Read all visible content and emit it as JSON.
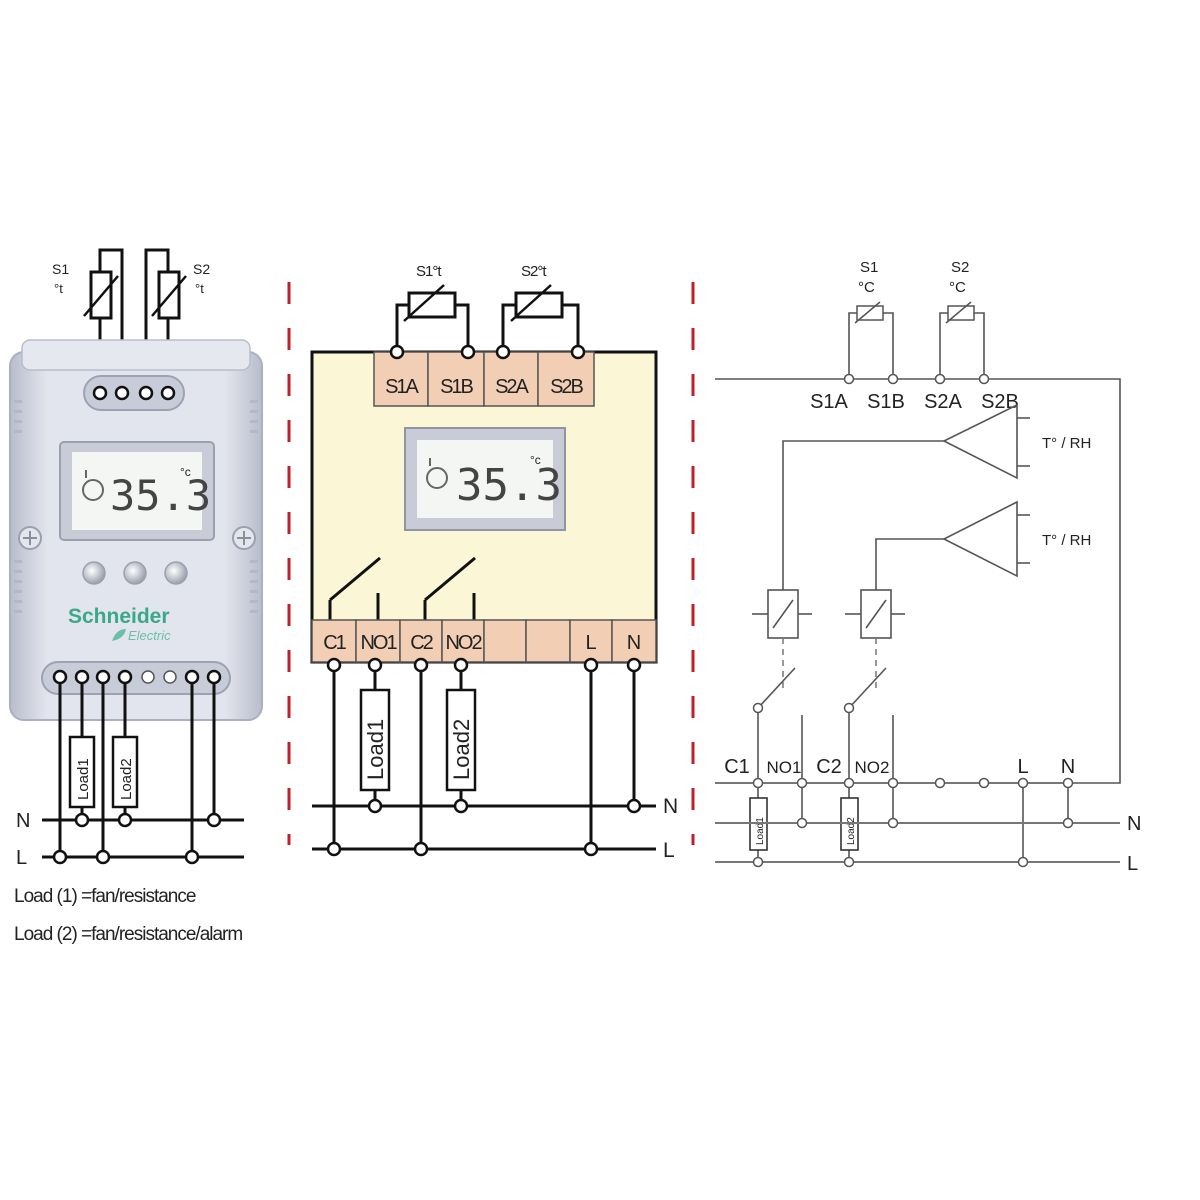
{
  "colors": {
    "divider": "#c0202a",
    "terminal_fill": "#f2cfb4",
    "panel_fill": "#fbf7d6",
    "brand_green": "#3aa88a",
    "device_body": "#d8dbe6"
  },
  "left": {
    "sensor1": {
      "line1": "S1",
      "line2": "°t"
    },
    "sensor2": {
      "line1": "S2",
      "line2": "°t"
    },
    "display_value": "35.3",
    "display_unit": "°c",
    "brand_name": "Schneider",
    "brand_sub": "Electric",
    "load1": "Load1",
    "load2": "Load2",
    "bus_n": "N",
    "bus_l": "L",
    "legend1": "Load (1) =fan/resistance",
    "legend2": "Load (2) =fan/resistance/alarm"
  },
  "middle": {
    "sensor1": "S1°t",
    "sensor2": "S2°t",
    "top_terminals": [
      "S1A",
      "S1B",
      "S2A",
      "S2B"
    ],
    "display_value": "35.3",
    "display_unit": "°c",
    "bottom_terminals": [
      "C1",
      "NO1",
      "C2",
      "NO2",
      "",
      "",
      "L",
      "N"
    ],
    "load1": "Load1",
    "load2": "Load2",
    "bus_n": "N",
    "bus_l": "L"
  },
  "right": {
    "sensor1": {
      "line1": "S1",
      "line2": "°C"
    },
    "sensor2": {
      "line1": "S2",
      "line2": "°C"
    },
    "top_terminals": [
      "S1A",
      "S1B",
      "S2A",
      "S2B"
    ],
    "amp1_label": "T° / RH",
    "amp2_label": "T° / RH",
    "bottom_terminals": [
      "C1",
      "NO1",
      "C2",
      "NO2",
      "L",
      "N"
    ],
    "load1": "Load1",
    "load2": "Load2",
    "bus_n": "N",
    "bus_l": "L"
  }
}
